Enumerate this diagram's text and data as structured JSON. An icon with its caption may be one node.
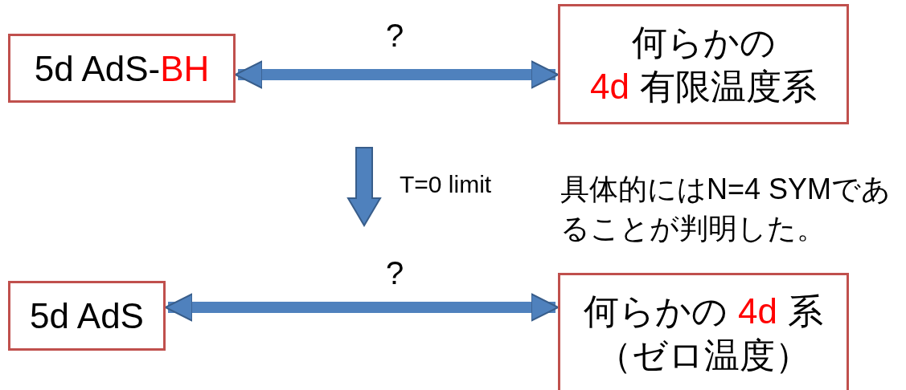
{
  "diagram": {
    "nodes": [
      {
        "text": [
          "5d AdS-",
          "BH"
        ]
      },
      {
        "text": [
          "何らかの",
          "4d",
          "有限温度系"
        ]
      },
      {
        "text": [
          "5d AdS"
        ]
      },
      {
        "text": [
          "何らかの",
          "4d",
          "系",
          "（ゼロ温度）"
        ]
      }
    ],
    "edges": [
      {
        "from": 0,
        "to": 1,
        "arrow": "both",
        "label": "?"
      },
      {
        "from": 2,
        "to": 3,
        "arrow": "both",
        "label": "?"
      }
    ],
    "labels": [
      "T=0 limit",
      "具体的にはN=4 SYMであることが判明した。"
    ]
  }
}
